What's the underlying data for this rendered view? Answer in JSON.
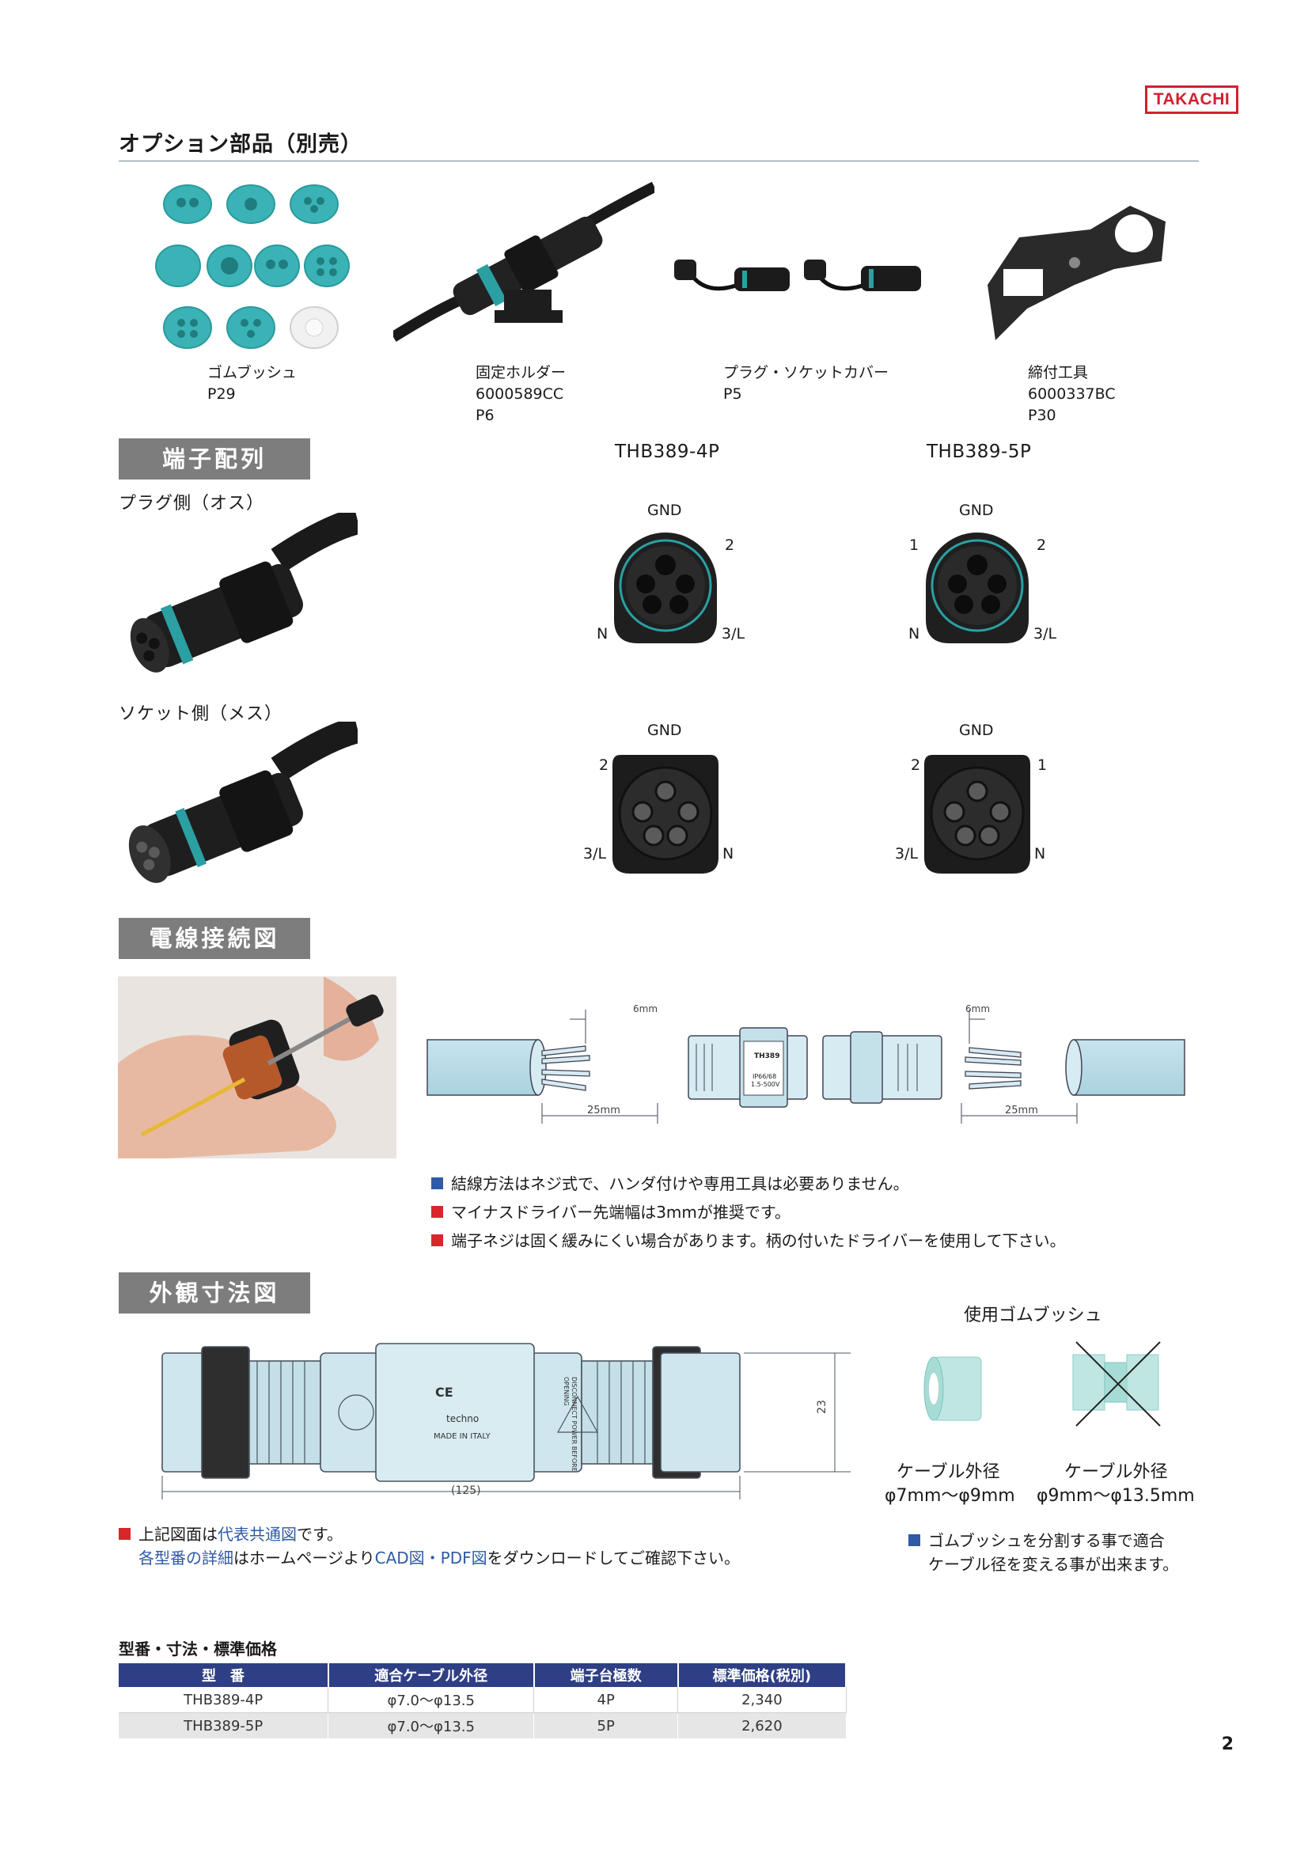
{
  "brand": "TAKACHI",
  "page_title": "オプション部品（別売）",
  "options": [
    {
      "name": "ゴムブッシュ",
      "lines": [
        "P29"
      ]
    },
    {
      "name": "固定ホルダー",
      "lines": [
        "6000589CC",
        "P6"
      ]
    },
    {
      "name": "プラグ・ソケットカバー",
      "lines": [
        "P5"
      ]
    },
    {
      "name": "締付工具",
      "lines": [
        "6000337BC",
        "P30"
      ]
    }
  ],
  "sections": {
    "pin_layout": "端子配列",
    "wiring": "電線接続図",
    "dimensions": "外観寸法図"
  },
  "pin_layout": {
    "plug_label": "プラグ側（オス）",
    "socket_label": "ソケット側（メス）",
    "model_4p": "THB389-4P",
    "model_5p": "THB389-5P",
    "plug_4p": {
      "top": "GND",
      "right": "2",
      "bl": "N",
      "br": "3/L"
    },
    "plug_5p": {
      "top": "GND",
      "left": "1",
      "right": "2",
      "bl": "N",
      "br": "3/L"
    },
    "socket_4p": {
      "top": "GND",
      "left": "2",
      "bl": "3/L",
      "br": "N"
    },
    "socket_5p": {
      "top": "GND",
      "left": "2",
      "right": "1",
      "bl": "3/L",
      "br": "N"
    }
  },
  "wiring": {
    "strip_left": "6mm",
    "strip_right": "6mm",
    "len_left": "25mm",
    "len_right": "25mm",
    "label_model": "TH389",
    "label_ip": "IP66/68",
    "label_rating": "1.5-500V",
    "notes": [
      {
        "color": "blue",
        "text": "結線方法はネジ式で、ハンダ付けや専用工具は必要ありません。"
      },
      {
        "color": "red",
        "text": "マイナスドライバー先端幅は3mmが推奨です。"
      },
      {
        "color": "red",
        "text": "端子ネジは固く緩みにくい場合があります。柄の付いたドライバーを使用して下さい。"
      }
    ]
  },
  "dimensions": {
    "length": "(125)",
    "height": "23",
    "marks": {
      "ce": "CE",
      "brand": "techno",
      "origin": "MADE IN ITALY",
      "warning": "DISCONNECT POWER BEFORE OPENING"
    },
    "note_pre": "上記図面は",
    "note_hl1": "代表共通図",
    "note_mid": "です。",
    "note2_a": "各型番の詳細",
    "note2_b": "はホームページより",
    "note2_c": "CAD図・PDF図",
    "note2_d": "をダウンロードしてご確認下さい。"
  },
  "bushing": {
    "title": "使用ゴムブッシュ",
    "left_label": "ケーブル外径",
    "left_range": "φ7mm～φ9mm",
    "right_label": "ケーブル外径",
    "right_range": "φ9mm～φ13.5mm",
    "note_line1": "ゴムブッシュを分割する事で適合",
    "note_line2": "ケーブル径を変える事が出来ます。"
  },
  "price_table": {
    "title": "型番・寸法・標準価格",
    "headers": [
      "型　番",
      "適合ケーブル外径",
      "端子台極数",
      "標準価格(税別)"
    ],
    "rows": [
      [
        "THB389-4P",
        "φ7.0～φ13.5",
        "4P",
        "2,340"
      ],
      [
        "THB389-5P",
        "φ7.0～φ13.5",
        "5P",
        "2,620"
      ]
    ]
  },
  "page_number": "2",
  "colors": {
    "brand_red": "#d2202f",
    "accent_blue": "#2e5aa8",
    "table_header": "#2e3f85",
    "teal": "#3bb3b6"
  }
}
